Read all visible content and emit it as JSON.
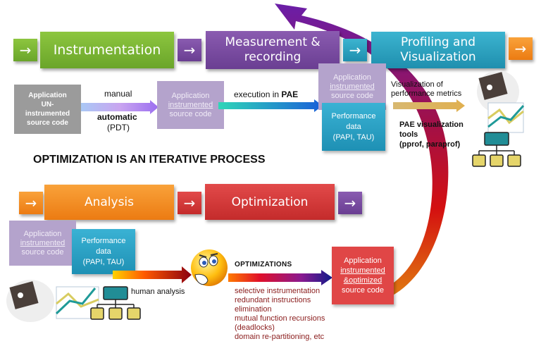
{
  "title": "OPTIMIZATION IS AN ITERATIVE PROCESS",
  "stages": {
    "instrumentation": "Instrumentation",
    "measurement": [
      "Measurement &",
      "recording"
    ],
    "profiling": [
      "Profiling and",
      "Visualization"
    ],
    "analysis": "Analysis",
    "optimization": "Optimization"
  },
  "arrow_glyph": "→",
  "notes": {
    "uninstrumented": [
      "Application",
      "UN-",
      "instrumented",
      "source code"
    ],
    "instrumented_1": [
      "Application",
      "instrumented",
      "source code"
    ],
    "instrumented_2": [
      "Application",
      "instrumented",
      "source code"
    ],
    "instrumented_3": [
      "Application",
      "instrumented",
      "source code"
    ],
    "perf_data_1": [
      "Performance",
      "data",
      "(PAPI, TAU)"
    ],
    "perf_data_2": [
      "Performance",
      "data",
      "(PAPI, TAU)"
    ],
    "optimized": [
      "Application",
      "instrumented",
      "&optimized",
      "source code"
    ]
  },
  "labels": {
    "manual": "manual",
    "automatic": "automatic",
    "pdt": "(PDT)",
    "execution_prefix": "execution in ",
    "execution_bold": "PAE",
    "vis_metrics": [
      "Visualization of",
      "performance metrics"
    ],
    "pae_tools": [
      "PAE visualization",
      "tools",
      "(pprof, paraprof)"
    ],
    "human_analysis": "human analysis",
    "optimizations_heading": "Optimizations"
  },
  "optimizations": [
    "selective instrumentation",
    "redundant instructions",
    "elimination",
    "mutual function recursions",
    "(deadlocks)",
    "domain re-partitioning, etc"
  ],
  "colors": {
    "green": "#7ab534",
    "purple": "#7a4ca2",
    "teal": "#2aa0c0",
    "orange": "#f28c22",
    "red": "#d43a3a",
    "loop_arrow": "#6a1ea8"
  }
}
